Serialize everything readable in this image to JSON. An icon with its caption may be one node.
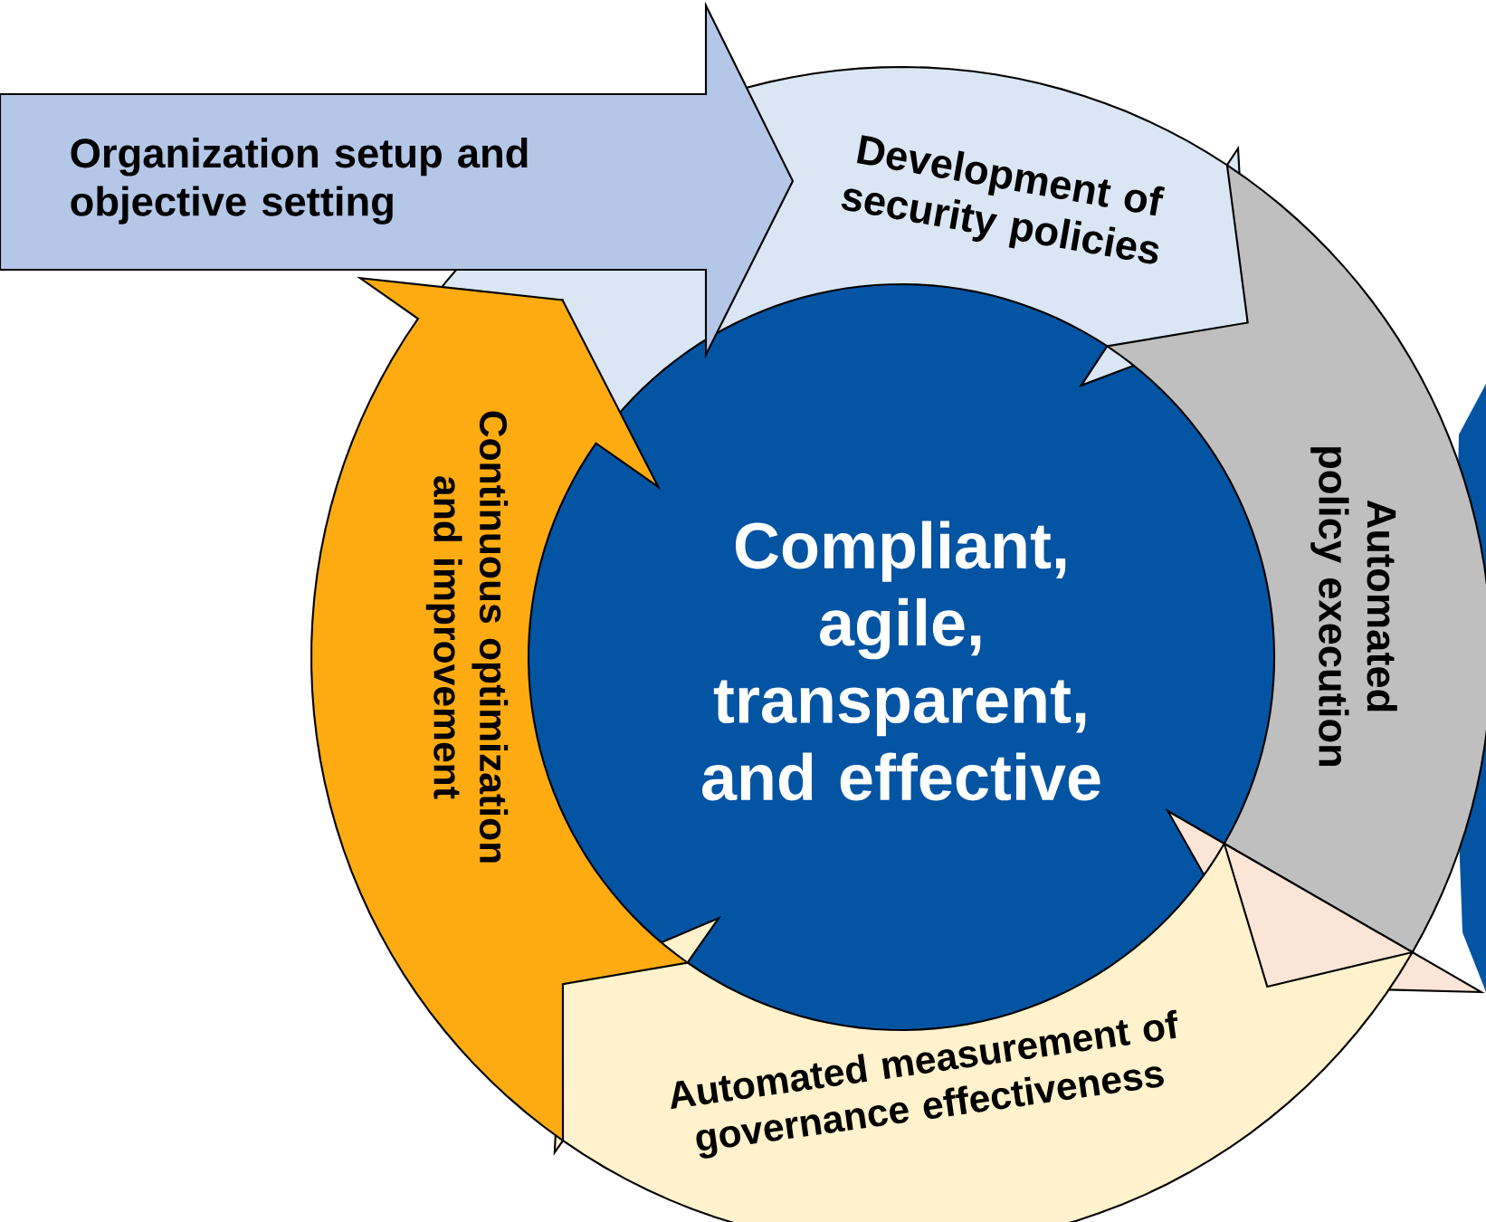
{
  "diagram": {
    "nodes": [
      {
        "text": [
          "Organization setup and objective setting"
        ]
      },
      {
        "text": [
          "Development of security policies"
        ]
      },
      {
        "text": [
          "Automated policy execution"
        ]
      },
      {
        "text": [
          "Continuous optimization and improvement"
        ]
      },
      {
        "text": [
          "Compliant, agile, transparent, and effective"
        ]
      },
      {
        "text": [
          "Automated measurement of governance effectiveness"
        ]
      }
    ]
  }
}
